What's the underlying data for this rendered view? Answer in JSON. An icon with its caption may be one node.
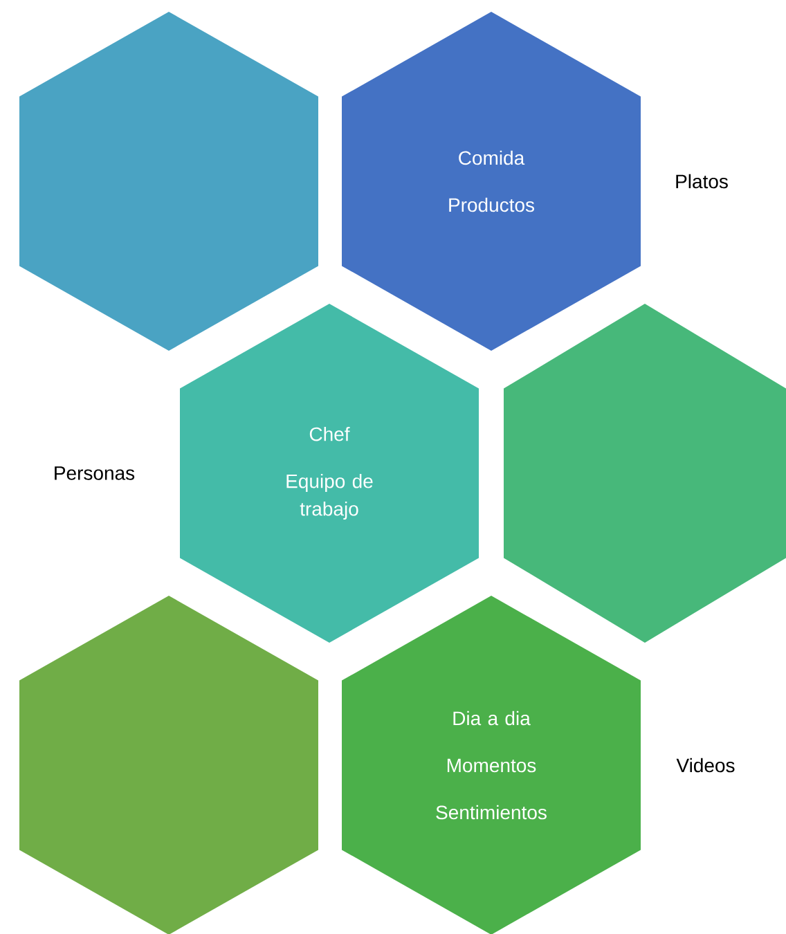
{
  "diagram": {
    "nodes": [
      {
        "text": [],
        "shape": "hexagon"
      },
      {
        "text": [
          "Comida",
          "Productos"
        ],
        "beside": [
          "Platos"
        ]
      },
      {
        "text": [
          "Chef",
          "Equipo de trabajo"
        ],
        "beside": [
          "Personas"
        ]
      },
      {
        "text": [],
        "shape": "hexagon"
      },
      {
        "text": [],
        "shape": "hexagon"
      },
      {
        "text": [
          "Dia a dia",
          "Momentos",
          "Sentimientos"
        ],
        "beside": [
          "Videos"
        ]
      }
    ]
  }
}
